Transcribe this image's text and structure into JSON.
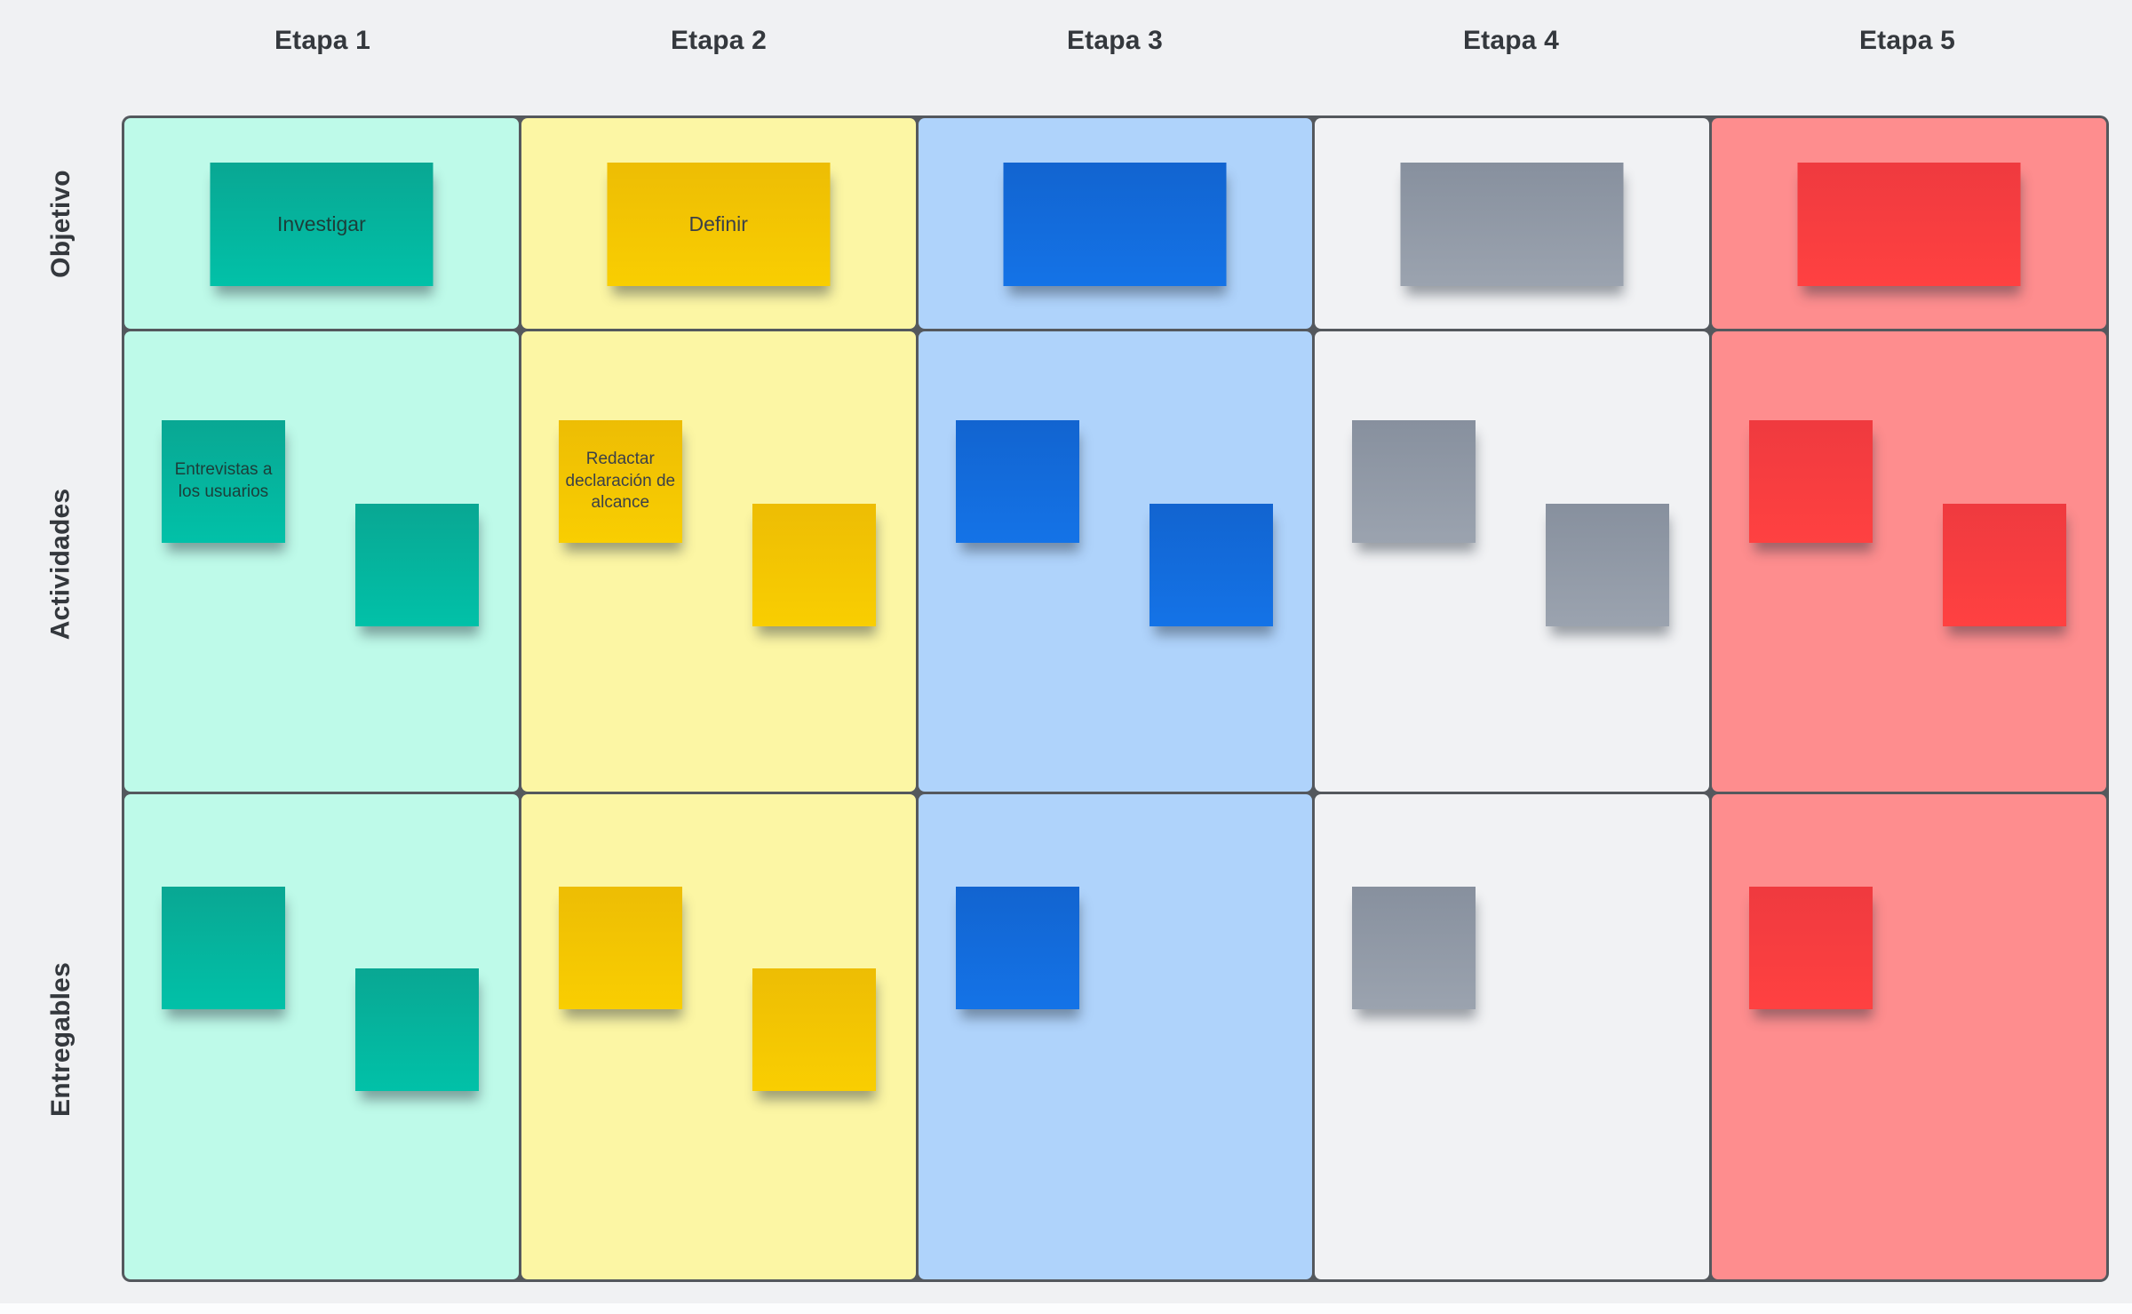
{
  "colors": {
    "page_bg": "#F0F1F3",
    "grid_border": "#54585D",
    "label_text": "#34383D"
  },
  "column_headers": [
    "Etapa 1",
    "Etapa 2",
    "Etapa 3",
    "Etapa 4",
    "Etapa 5"
  ],
  "row_headers": [
    "Objetivo",
    "Actividades",
    "Entregables"
  ],
  "row_ids": [
    "objetivo",
    "actividades",
    "entregables"
  ],
  "columns": [
    {
      "id": "etapa1",
      "header": "Etapa 1",
      "cell_bg": "#BEFAE9",
      "sticky_top": "#09A793",
      "sticky_bottom": "#01C1A8",
      "sticky_text_color": "#1C3E39",
      "stickies": {
        "objetivo": [
          {
            "shape": "wide",
            "slot": "center",
            "text": "Investigar"
          }
        ],
        "actividades": [
          {
            "shape": "square",
            "slot": "tl",
            "text": "Entrevistas a los usuarios"
          },
          {
            "shape": "square",
            "slot": "br",
            "text": ""
          }
        ],
        "entregables": [
          {
            "shape": "square",
            "slot": "tl",
            "text": ""
          },
          {
            "shape": "square",
            "slot": "br",
            "text": ""
          }
        ]
      }
    },
    {
      "id": "etapa2",
      "header": "Etapa 2",
      "cell_bg": "#FCF6A4",
      "sticky_top": "#EDBD04",
      "sticky_bottom": "#F9CE01",
      "sticky_text_color": "#3B4048",
      "stickies": {
        "objetivo": [
          {
            "shape": "wide",
            "slot": "center",
            "text": "Definir"
          }
        ],
        "actividades": [
          {
            "shape": "square",
            "slot": "tl",
            "text": "Redactar declaración de alcance"
          },
          {
            "shape": "square",
            "slot": "br",
            "text": ""
          }
        ],
        "entregables": [
          {
            "shape": "square",
            "slot": "tl",
            "text": ""
          },
          {
            "shape": "square",
            "slot": "br",
            "text": ""
          }
        ]
      }
    },
    {
      "id": "etapa3",
      "header": "Etapa 3",
      "cell_bg": "#AFD3FB",
      "sticky_top": "#1264D0",
      "sticky_bottom": "#1473E7",
      "sticky_text_color": "#FFFFFF",
      "stickies": {
        "objetivo": [
          {
            "shape": "wide",
            "slot": "center",
            "text": ""
          }
        ],
        "actividades": [
          {
            "shape": "square",
            "slot": "tl",
            "text": ""
          },
          {
            "shape": "square",
            "slot": "br",
            "text": ""
          }
        ],
        "entregables": [
          {
            "shape": "square",
            "slot": "tl",
            "text": ""
          }
        ]
      }
    },
    {
      "id": "etapa4",
      "header": "Etapa 4",
      "cell_bg": "#F1F2F4",
      "sticky_top": "#87909E",
      "sticky_bottom": "#9BA3AF",
      "sticky_text_color": "#FFFFFF",
      "stickies": {
        "objetivo": [
          {
            "shape": "wide",
            "slot": "center",
            "text": ""
          }
        ],
        "actividades": [
          {
            "shape": "square",
            "slot": "tl",
            "text": ""
          },
          {
            "shape": "square",
            "slot": "br",
            "text": ""
          }
        ],
        "entregables": [
          {
            "shape": "square",
            "slot": "tl",
            "text": ""
          }
        ]
      }
    },
    {
      "id": "etapa5",
      "header": "Etapa 5",
      "cell_bg": "#FE8D8E",
      "sticky_top": "#EF3A3F",
      "sticky_bottom": "#FF4141",
      "sticky_text_color": "#FFFFFF",
      "stickies": {
        "objetivo": [
          {
            "shape": "wide",
            "slot": "center",
            "text": ""
          }
        ],
        "actividades": [
          {
            "shape": "square",
            "slot": "tl",
            "text": ""
          },
          {
            "shape": "square",
            "slot": "br",
            "text": ""
          }
        ],
        "entregables": [
          {
            "shape": "square",
            "slot": "tl",
            "text": ""
          }
        ]
      }
    }
  ]
}
